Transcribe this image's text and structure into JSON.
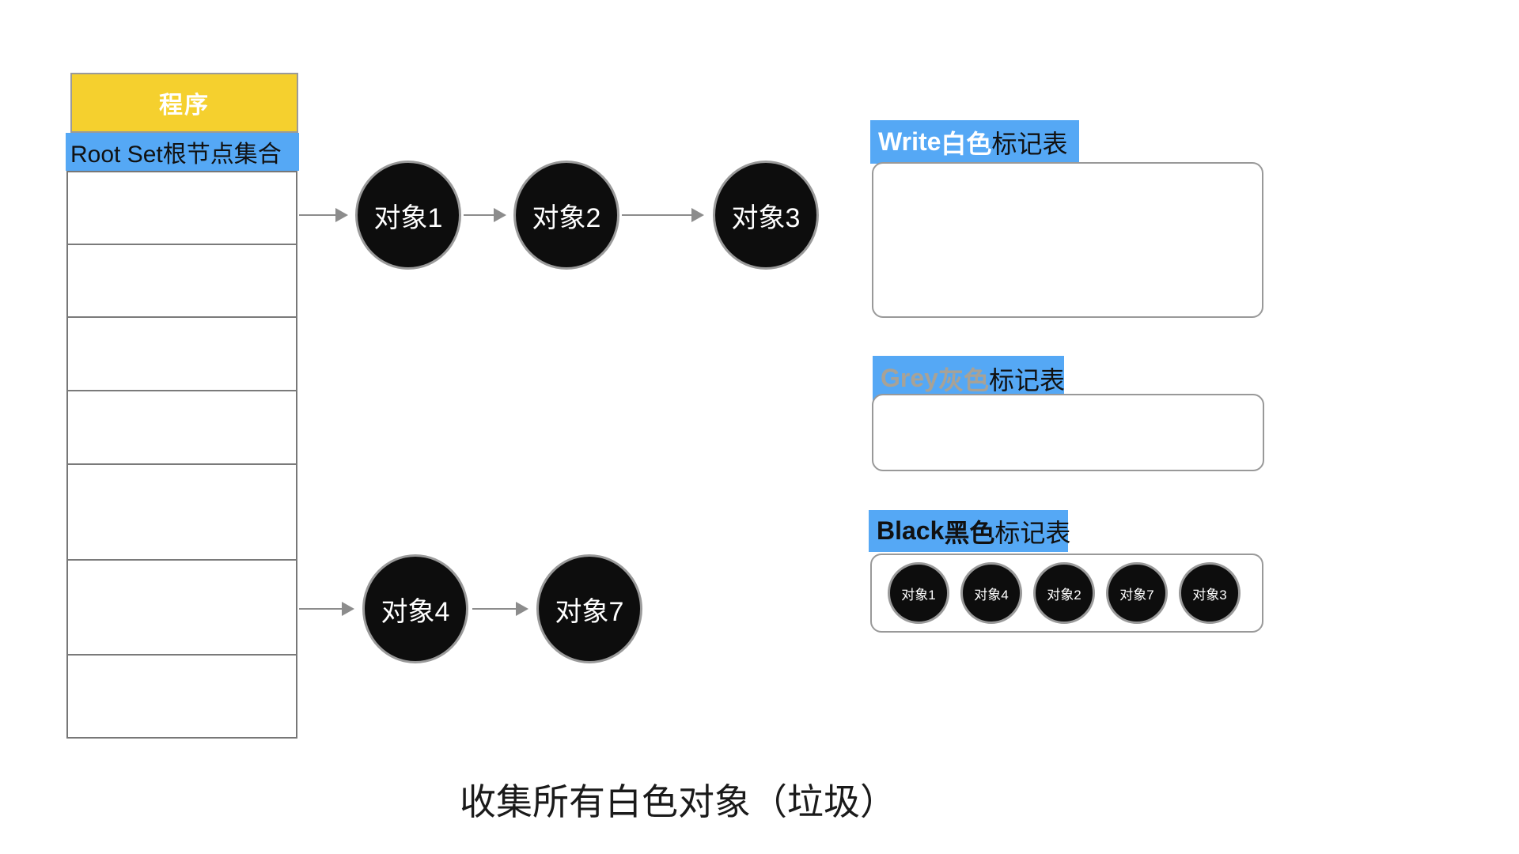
{
  "stack": {
    "header": "程序",
    "root_set_label": "Root Set根节点集合"
  },
  "nodes": {
    "obj1": "对象1",
    "obj2": "对象2",
    "obj3": "对象3",
    "obj4": "对象4",
    "obj7": "对象7"
  },
  "mark_tables": {
    "white": {
      "name_en": "Write ",
      "name_cn": "白色",
      "suffix": "标记表"
    },
    "grey": {
      "name_en": "Grey ",
      "name_cn": "灰色",
      "suffix": "标记表"
    },
    "black": {
      "name_en": "Black ",
      "name_cn": "黑色",
      "suffix": "标记表",
      "items": [
        "对象1",
        "对象4",
        "对象2",
        "对象7",
        "对象3"
      ]
    }
  },
  "caption": "收集所有白色对象（垃圾）",
  "colors": {
    "label_blue": "#55A8F5",
    "header_yellow": "#F5D02E",
    "grey_text": "#A8A296",
    "node_black": "#0d0d0d",
    "arrow_grey": "#8c8c8c"
  }
}
